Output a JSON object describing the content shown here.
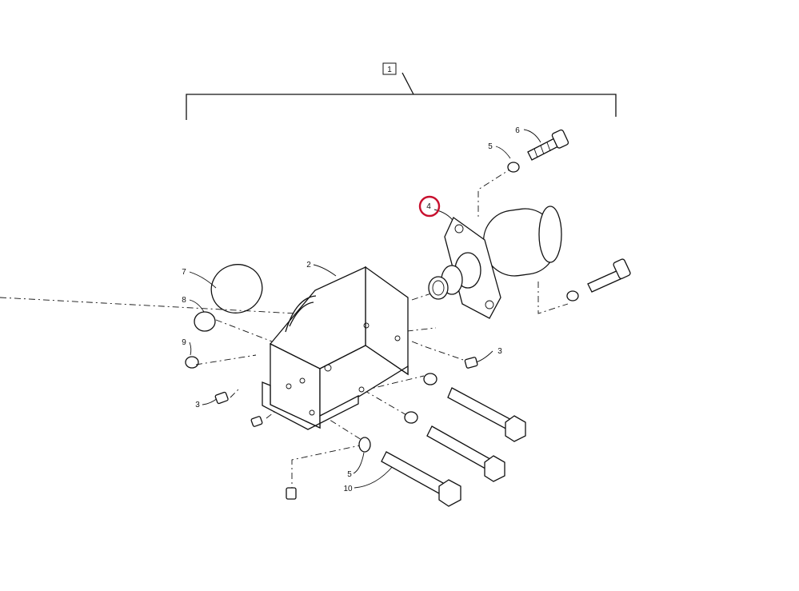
{
  "diagram": {
    "callouts": {
      "assembly": "1",
      "body": "2",
      "plug_right": "3",
      "plug_left": "3",
      "valve": "4",
      "washer_top": "5",
      "washer_bottom": "5",
      "screw_top": "6",
      "oring_large": "7",
      "oring_medium": "8",
      "oring_small": "9",
      "bolt_long": "10"
    },
    "highlighted_callout": "4",
    "highlight_color": "#c8102e"
  }
}
